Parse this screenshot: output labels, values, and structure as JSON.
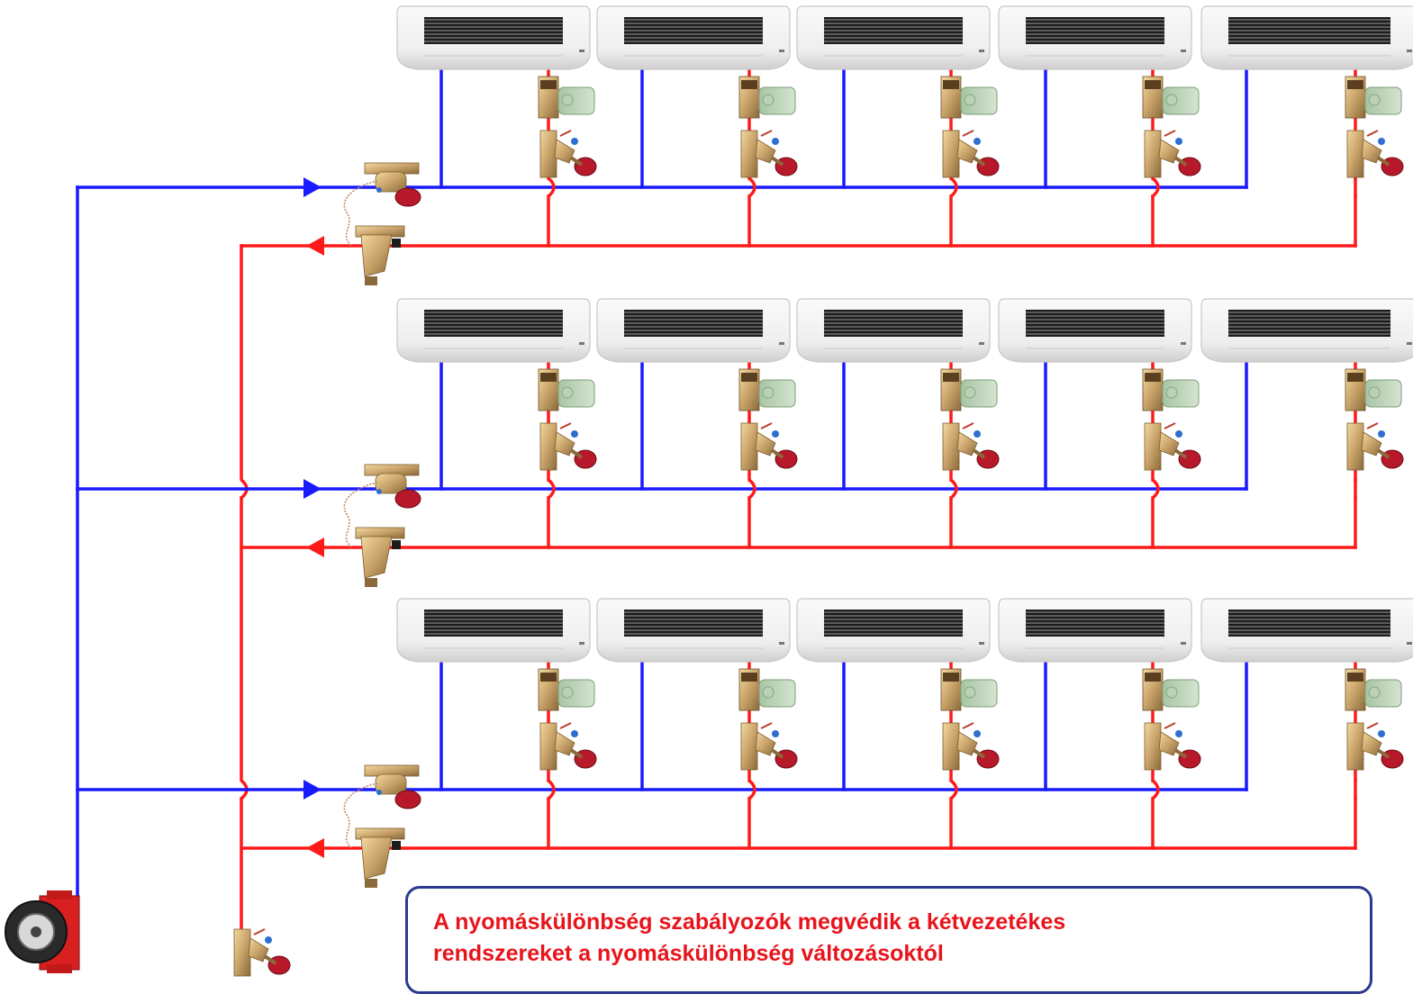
{
  "diagram": {
    "rows": 3,
    "units_per_row": 5,
    "supply_color": "#1a1aff",
    "return_color": "#ff1a1a",
    "icons": [
      "fan-coil-unit-icon",
      "zone-valve-actuator-icon",
      "balancing-valve-icon",
      "differential-pressure-controller-icon",
      "partner-valve-icon",
      "circulation-pump-icon"
    ]
  },
  "callout": {
    "line1": "A nyomáskülönbség  szabályozók megvédik a kétvezetékes",
    "line2": "rendszereket a nyomáskülönbség  változásoktól",
    "text_color": "#e8141c",
    "border_color": "#2b3a8c"
  }
}
